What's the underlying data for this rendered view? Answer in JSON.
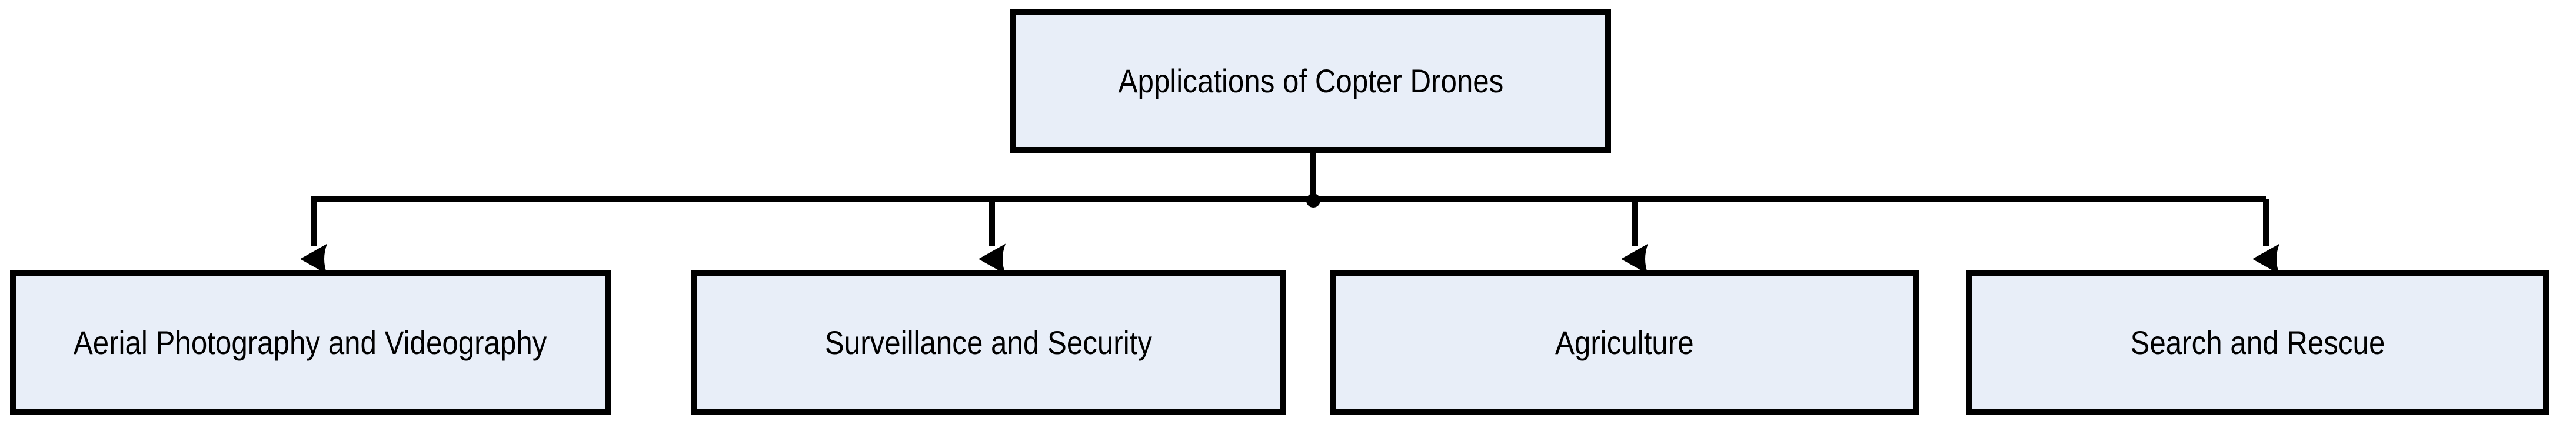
{
  "diagram": {
    "type": "flowchart-tree",
    "orientation": "top-down",
    "title": "Applications of Copter Drones",
    "colors": {
      "node_fill": "#e8eef8",
      "node_stroke": "#000000",
      "edge_stroke": "#000000",
      "text": "#000000",
      "background": "#ffffff"
    },
    "root": {
      "id": "root",
      "label": "Applications of Copter Drones"
    },
    "children": [
      {
        "id": "child-0",
        "label": "Aerial Photography and Videography"
      },
      {
        "id": "child-1",
        "label": "Surveillance and Security"
      },
      {
        "id": "child-2",
        "label": "Agriculture"
      },
      {
        "id": "child-3",
        "label": "Search and Rescue"
      }
    ],
    "edges": [
      {
        "from": "root",
        "to": "child-0",
        "arrow": "down"
      },
      {
        "from": "root",
        "to": "child-1",
        "arrow": "down"
      },
      {
        "from": "root",
        "to": "child-2",
        "arrow": "down"
      },
      {
        "from": "root",
        "to": "child-3",
        "arrow": "down"
      }
    ]
  }
}
